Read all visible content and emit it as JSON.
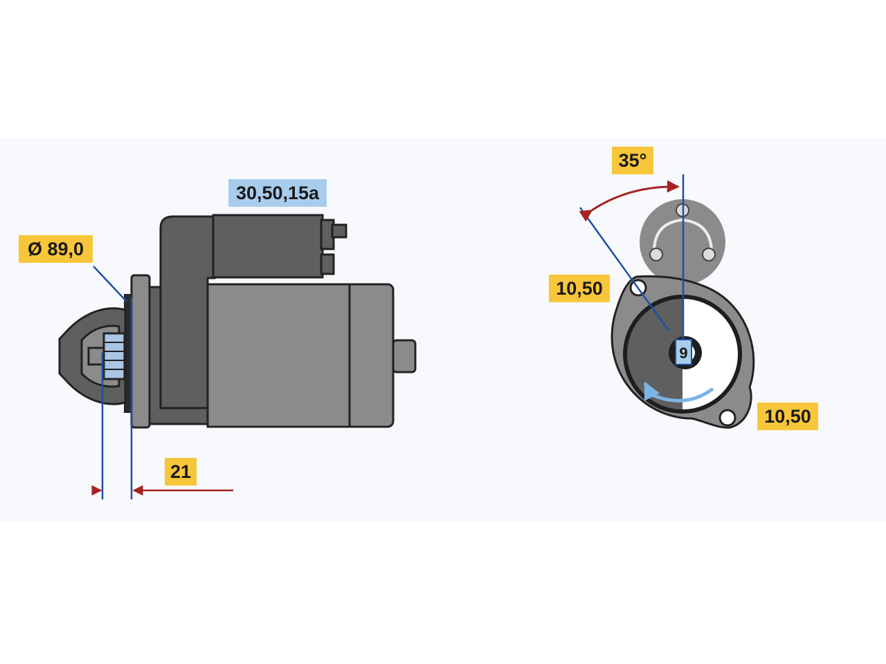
{
  "dimensions": {
    "diameter": "Ø 89,0",
    "terminals": "30,50,15a",
    "flange_offset": "21",
    "mount_angle": "35°",
    "bolt_spacing_left": "10,50",
    "bolt_spacing_right": "10,50",
    "teeth": "9"
  },
  "colors": {
    "body": "#8b8b8b",
    "body_dark": "#5f5f5f",
    "outline": "#222222",
    "dim_line": "#1f4fa0",
    "arrow_red": "#a52222",
    "label_yellow": "#f7c63a",
    "label_blue": "#a8cdec",
    "rotation_arrow": "#7db3e6"
  }
}
